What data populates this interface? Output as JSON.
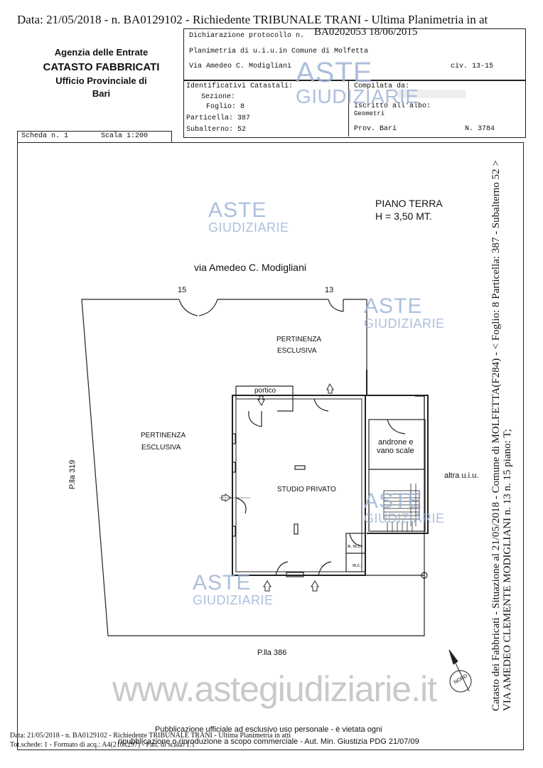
{
  "top_line": "Data: 21/05/2018 - n. BA0129102 - Richiedente TRIBUNALE TRANI - Ultima Planimetria in at",
  "agency": {
    "line1": "Agenzia delle Entrate",
    "line2": "CATASTO FABBRICATI",
    "line3": "Ufficio Provinciale di",
    "line4": "Bari"
  },
  "header": {
    "protocol_label": "Dichiarazione protocollo n.",
    "protocol_number": "BA0202053 18/06/2015",
    "planimetry": "Planimetria di u.i.u.in Comune di Molfetta",
    "address": "Via Amedeo C. Modigliani",
    "civ": "civ. 13-15",
    "identifiers_label": "Identificativi Catastali:",
    "sezione": "Sezione:",
    "foglio": "Foglio: 8",
    "particella": "Particella: 387",
    "subalterno": "Subalterno: 52",
    "compilata_da": "Compilata da:",
    "iscritto": "Iscritto all'albo:",
    "geometri": "Geometri",
    "prov": "Prov. Bari",
    "n_label": "N. 3784",
    "scheda": "Scheda n. 1",
    "scala": "Scala 1:200"
  },
  "plan": {
    "floor": "PIANO TERRA",
    "height": "H = 3,50 MT.",
    "street": "via Amedeo C. Modigliani",
    "civ15": "15",
    "civ13": "13",
    "pertinenza_top_1": "PERTINENZA",
    "pertinenza_top_2": "ESCLUSIVA",
    "pertinenza_left_1": "PERTINENZA",
    "pertinenza_left_2": "ESCLUSIVA",
    "portico": "portico",
    "androne_1": "androne e",
    "androne_2": "vano scale",
    "altra": "altra u.i.u.",
    "studio": "STUDIO PRIVATO",
    "wc1": "a. w.c.",
    "wc2": "w.c.",
    "plla_left": "P.lla 319",
    "plla_bottom": "P.lla 386",
    "nord": "NORD"
  },
  "side_text": {
    "line1": "Catasto dei Fabbricati - Situazione al 21/05/2018 - Comune di MOLFETTA(F284) - < Foglio: 8 Particella: 387 - Subalterno 52 >",
    "line2": "VIA AMEDEO CLEMENTE MODIGLIANI n. 13 n. 15 piano: T;"
  },
  "watermark": {
    "aste": "ASTE",
    "giudiziarie": "GIUDIZIARIE",
    "site": "www.astegiudiziarie.it"
  },
  "footer": {
    "left_line1": "Data: 21/05/2018 - n. BA0129102 - Richiedente TRIBUNALE TRANI - Ultima Planimetria in atti",
    "left_line2": "Tot.schede: 1 - Formato di acq.: A4(210x297) - Fatt. di scala: 1:1",
    "pub_line1": "Pubblicazione ufficiale ad esclusivo uso personale - è vietata ogni",
    "pub_line2": "ripubblicazione o riproduzione a scopo commerciale - Aut. Min. Giustizia PDG 21/07/09"
  }
}
